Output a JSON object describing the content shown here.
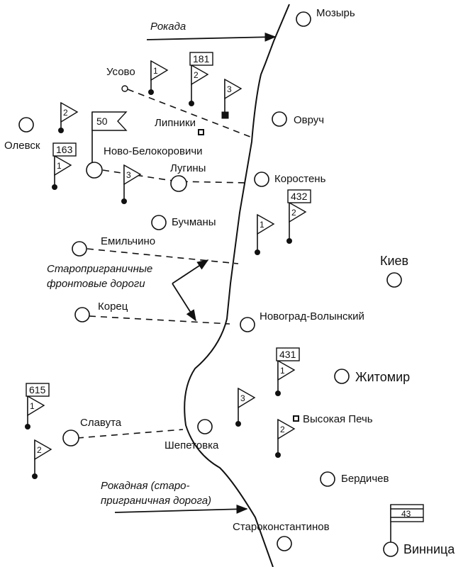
{
  "map": {
    "colors": {
      "ink": "#111111",
      "paper": "#ffffff"
    },
    "annotations": {
      "rokada": "Рокада",
      "border_roads_line1": "Староприграничные",
      "border_roads_line2": "фронтовые дороги",
      "rokadnaya_line1": "Рокадная (старо-",
      "rokadnaya_line2": "приграничная дорога)"
    },
    "cities": [
      {
        "id": "mozyr",
        "name": "Мозырь"
      },
      {
        "id": "ovruch",
        "name": "Овруч"
      },
      {
        "id": "korosten",
        "name": "Коростень"
      },
      {
        "id": "olevsk",
        "name": "Олевск"
      },
      {
        "id": "novo-belokorovichi",
        "name": "Ново-Белокоровичи"
      },
      {
        "id": "lugyny",
        "name": "Лугины"
      },
      {
        "id": "buchmany",
        "name": "Бучманы"
      },
      {
        "id": "emilchino",
        "name": "Емильчино"
      },
      {
        "id": "korets",
        "name": "Корец"
      },
      {
        "id": "kiev",
        "name": "Киев"
      },
      {
        "id": "novograd-volynsky",
        "name": "Новоград-Волынский"
      },
      {
        "id": "zhitomir",
        "name": "Житомир"
      },
      {
        "id": "slavuta",
        "name": "Славута"
      },
      {
        "id": "shepetovka",
        "name": "Шепетовка"
      },
      {
        "id": "berdichev",
        "name": "Бердичев"
      },
      {
        "id": "starokonstantinov",
        "name": "Староконстантинов"
      },
      {
        "id": "vinnitsa",
        "name": "Винница"
      }
    ],
    "villages": [
      {
        "id": "usovo",
        "name": "Усово"
      },
      {
        "id": "lipniki",
        "name": "Липники"
      },
      {
        "id": "vysokaya-pech",
        "name": "Высокая Печь"
      }
    ],
    "unit_flags": [
      {
        "id": "f-usovo-1",
        "number": "1"
      },
      {
        "id": "f-181-2",
        "number": "2",
        "division": "181"
      },
      {
        "id": "f-lipniki-3",
        "number": "3"
      },
      {
        "id": "f-olevsk-2",
        "number": "2"
      },
      {
        "id": "f-163-1",
        "number": "1",
        "division": "163"
      },
      {
        "id": "f-novo-3",
        "number": "3"
      },
      {
        "id": "f-korosten-1",
        "number": "1"
      },
      {
        "id": "f-432-2",
        "number": "2",
        "division": "432"
      },
      {
        "id": "f-431-1",
        "number": "1",
        "division": "431"
      },
      {
        "id": "f-615-1",
        "number": "1",
        "division": "615"
      },
      {
        "id": "f-slavuta-2",
        "number": "2"
      },
      {
        "id": "f-shep-3",
        "number": "3"
      },
      {
        "id": "f-vp-2",
        "number": "2"
      }
    ],
    "hq_flags": [
      {
        "id": "hq-50",
        "number": "50"
      },
      {
        "id": "hq-43",
        "number": "43"
      }
    ]
  }
}
